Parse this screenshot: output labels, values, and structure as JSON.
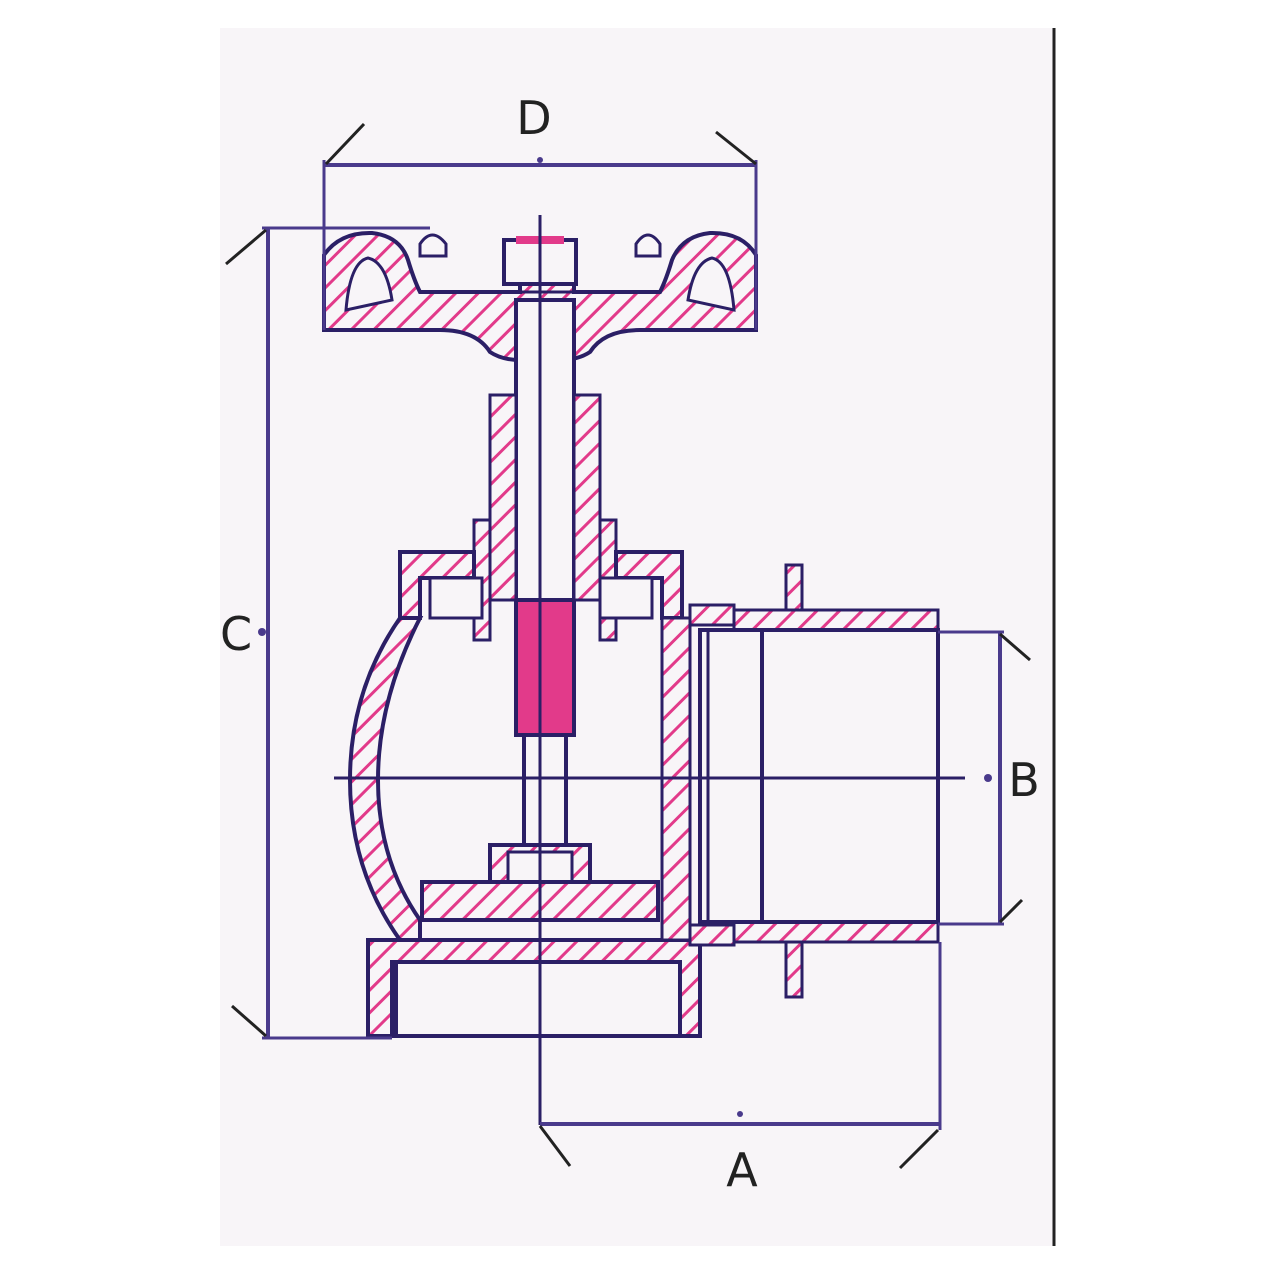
{
  "diagram": {
    "labels": {
      "width_handwheel": "D",
      "height_overall": "C",
      "outlet_diameter": "B",
      "outlet_length": "A"
    },
    "colors": {
      "section_outline": "#2b1f66",
      "dimension_line": "#4a3a8c",
      "hatch": "#e23a8a",
      "sheet_background": "#f8f5f8",
      "page_background": "#ffffff",
      "label_text": "#222222"
    }
  }
}
